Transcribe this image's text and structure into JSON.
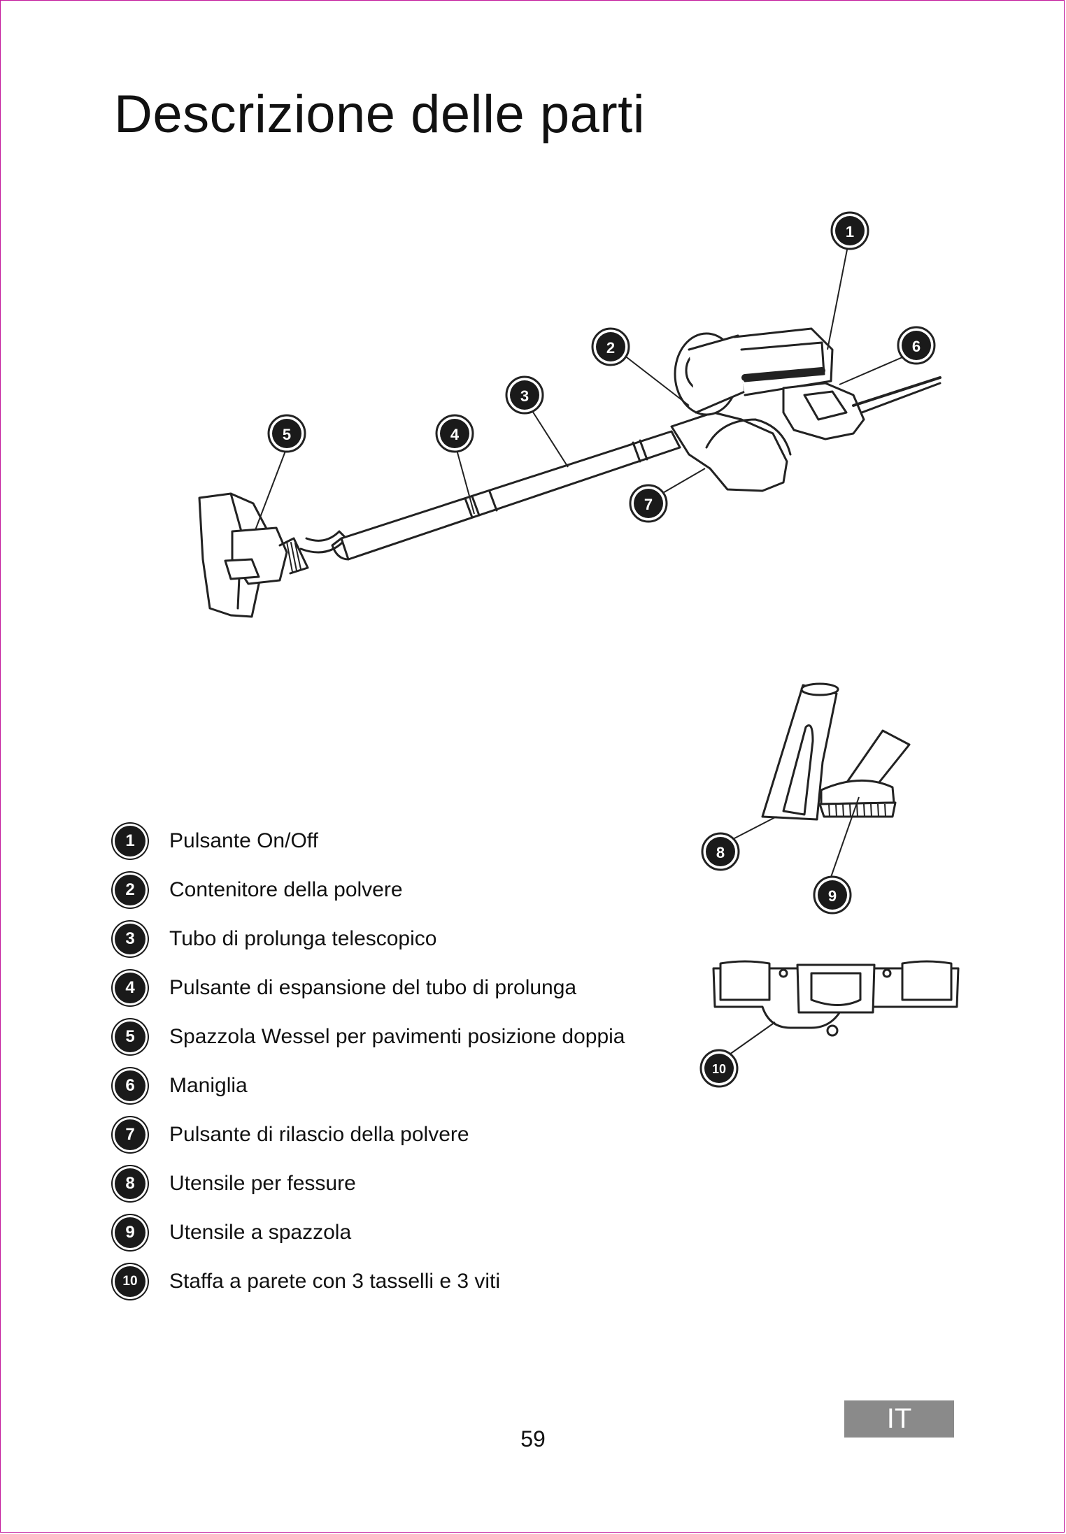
{
  "page": {
    "title": "Descrizione delle parti",
    "page_number": "59",
    "language_badge": "IT"
  },
  "parts": [
    {
      "number": "1",
      "label": "Pulsante On/Off"
    },
    {
      "number": "2",
      "label": "Contenitore della polvere"
    },
    {
      "number": "3",
      "label": "Tubo di prolunga telescopico"
    },
    {
      "number": "4",
      "label": "Pulsante di espansione del tubo di prolunga"
    },
    {
      "number": "5",
      "label": "Spazzola Wessel per pavimenti posizione doppia"
    },
    {
      "number": "6",
      "label": "Maniglia"
    },
    {
      "number": "7",
      "label": "Pulsante di rilascio della polvere"
    },
    {
      "number": "8",
      "label": "Utensile per fessure"
    },
    {
      "number": "9",
      "label": "Utensile a spazzola"
    },
    {
      "number": "10",
      "label": "Staffa a parete con 3 tasselli e 3 viti"
    }
  ],
  "colors": {
    "border": "#c2189b",
    "badge": "#1a1a1a",
    "language_badge_bg": "#8a8a8a"
  }
}
